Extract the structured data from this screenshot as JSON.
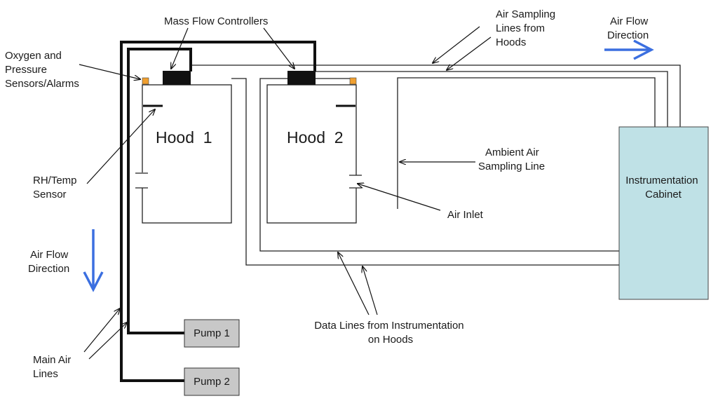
{
  "labels": {
    "mass_flow_controllers": "Mass Flow Controllers",
    "oxygen_sensors": [
      "Oxygen and",
      "Pressure",
      "Sensors/Alarms"
    ],
    "air_sampling_lines": [
      "Air Sampling",
      "Lines from",
      "Hoods"
    ],
    "air_flow_direction_top": [
      "Air Flow",
      "Direction"
    ],
    "air_flow_direction_left": [
      "Air Flow",
      "Direction"
    ],
    "rh_temp_sensor": [
      "RH/Temp",
      "Sensor"
    ],
    "hood1": "Hood  1",
    "hood2": "Hood  2",
    "ambient_air_sampling": [
      "Ambient Air",
      "Sampling Line"
    ],
    "air_inlet": "Air Inlet",
    "instrumentation_cabinet": [
      "Instrumentation",
      "Cabinet"
    ],
    "data_lines": [
      "Data Lines from Instrumentation",
      "on Hoods"
    ],
    "main_air_lines": [
      "Main Air",
      "Lines"
    ],
    "pump1": "Pump 1",
    "pump2": "Pump 2"
  },
  "colors": {
    "arrow_blue": "#3b6fe0",
    "cabinet_fill": "#bfe1e6",
    "pump_fill": "#c8c8c8",
    "sensor_orange": "#f0a030",
    "controller_black": "#111111"
  }
}
